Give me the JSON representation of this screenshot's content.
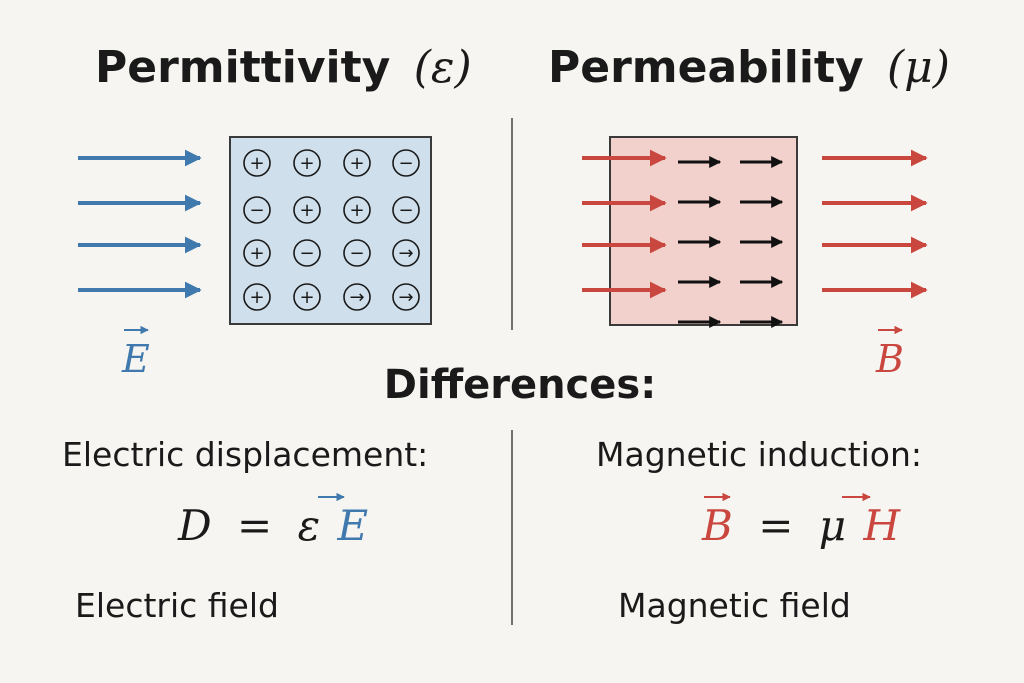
{
  "left": {
    "title": "Permittivity",
    "symbol": "(ε)",
    "field_symbol": "E",
    "charges": [
      [
        "+",
        "+",
        "+",
        "−"
      ],
      [
        "−",
        "+",
        "+",
        "−"
      ],
      [
        "+",
        "−",
        "−",
        "→"
      ],
      [
        "+",
        "+",
        "→",
        "→"
      ]
    ],
    "subheading": "Electric displacement:",
    "equation": {
      "lhs": "D",
      "op": "=",
      "coef": "ε",
      "vec": "E"
    },
    "footer": "Electric field"
  },
  "right": {
    "title": "Permeability",
    "symbol": "(μ)",
    "field_symbol": "B",
    "subheading": "Magnetic induction:",
    "equation": {
      "lhs": "B",
      "op": "=",
      "coef": "μ",
      "vec": "H"
    },
    "footer": "Magnetic field"
  },
  "center": {
    "heading": "Differences:"
  },
  "colors": {
    "electric": "#3f79ad",
    "electric_fill": "#cfe0ec",
    "magnetic": "#c9473f",
    "magnetic_fill": "#f2d1cd",
    "background": "#f7f5f1"
  }
}
